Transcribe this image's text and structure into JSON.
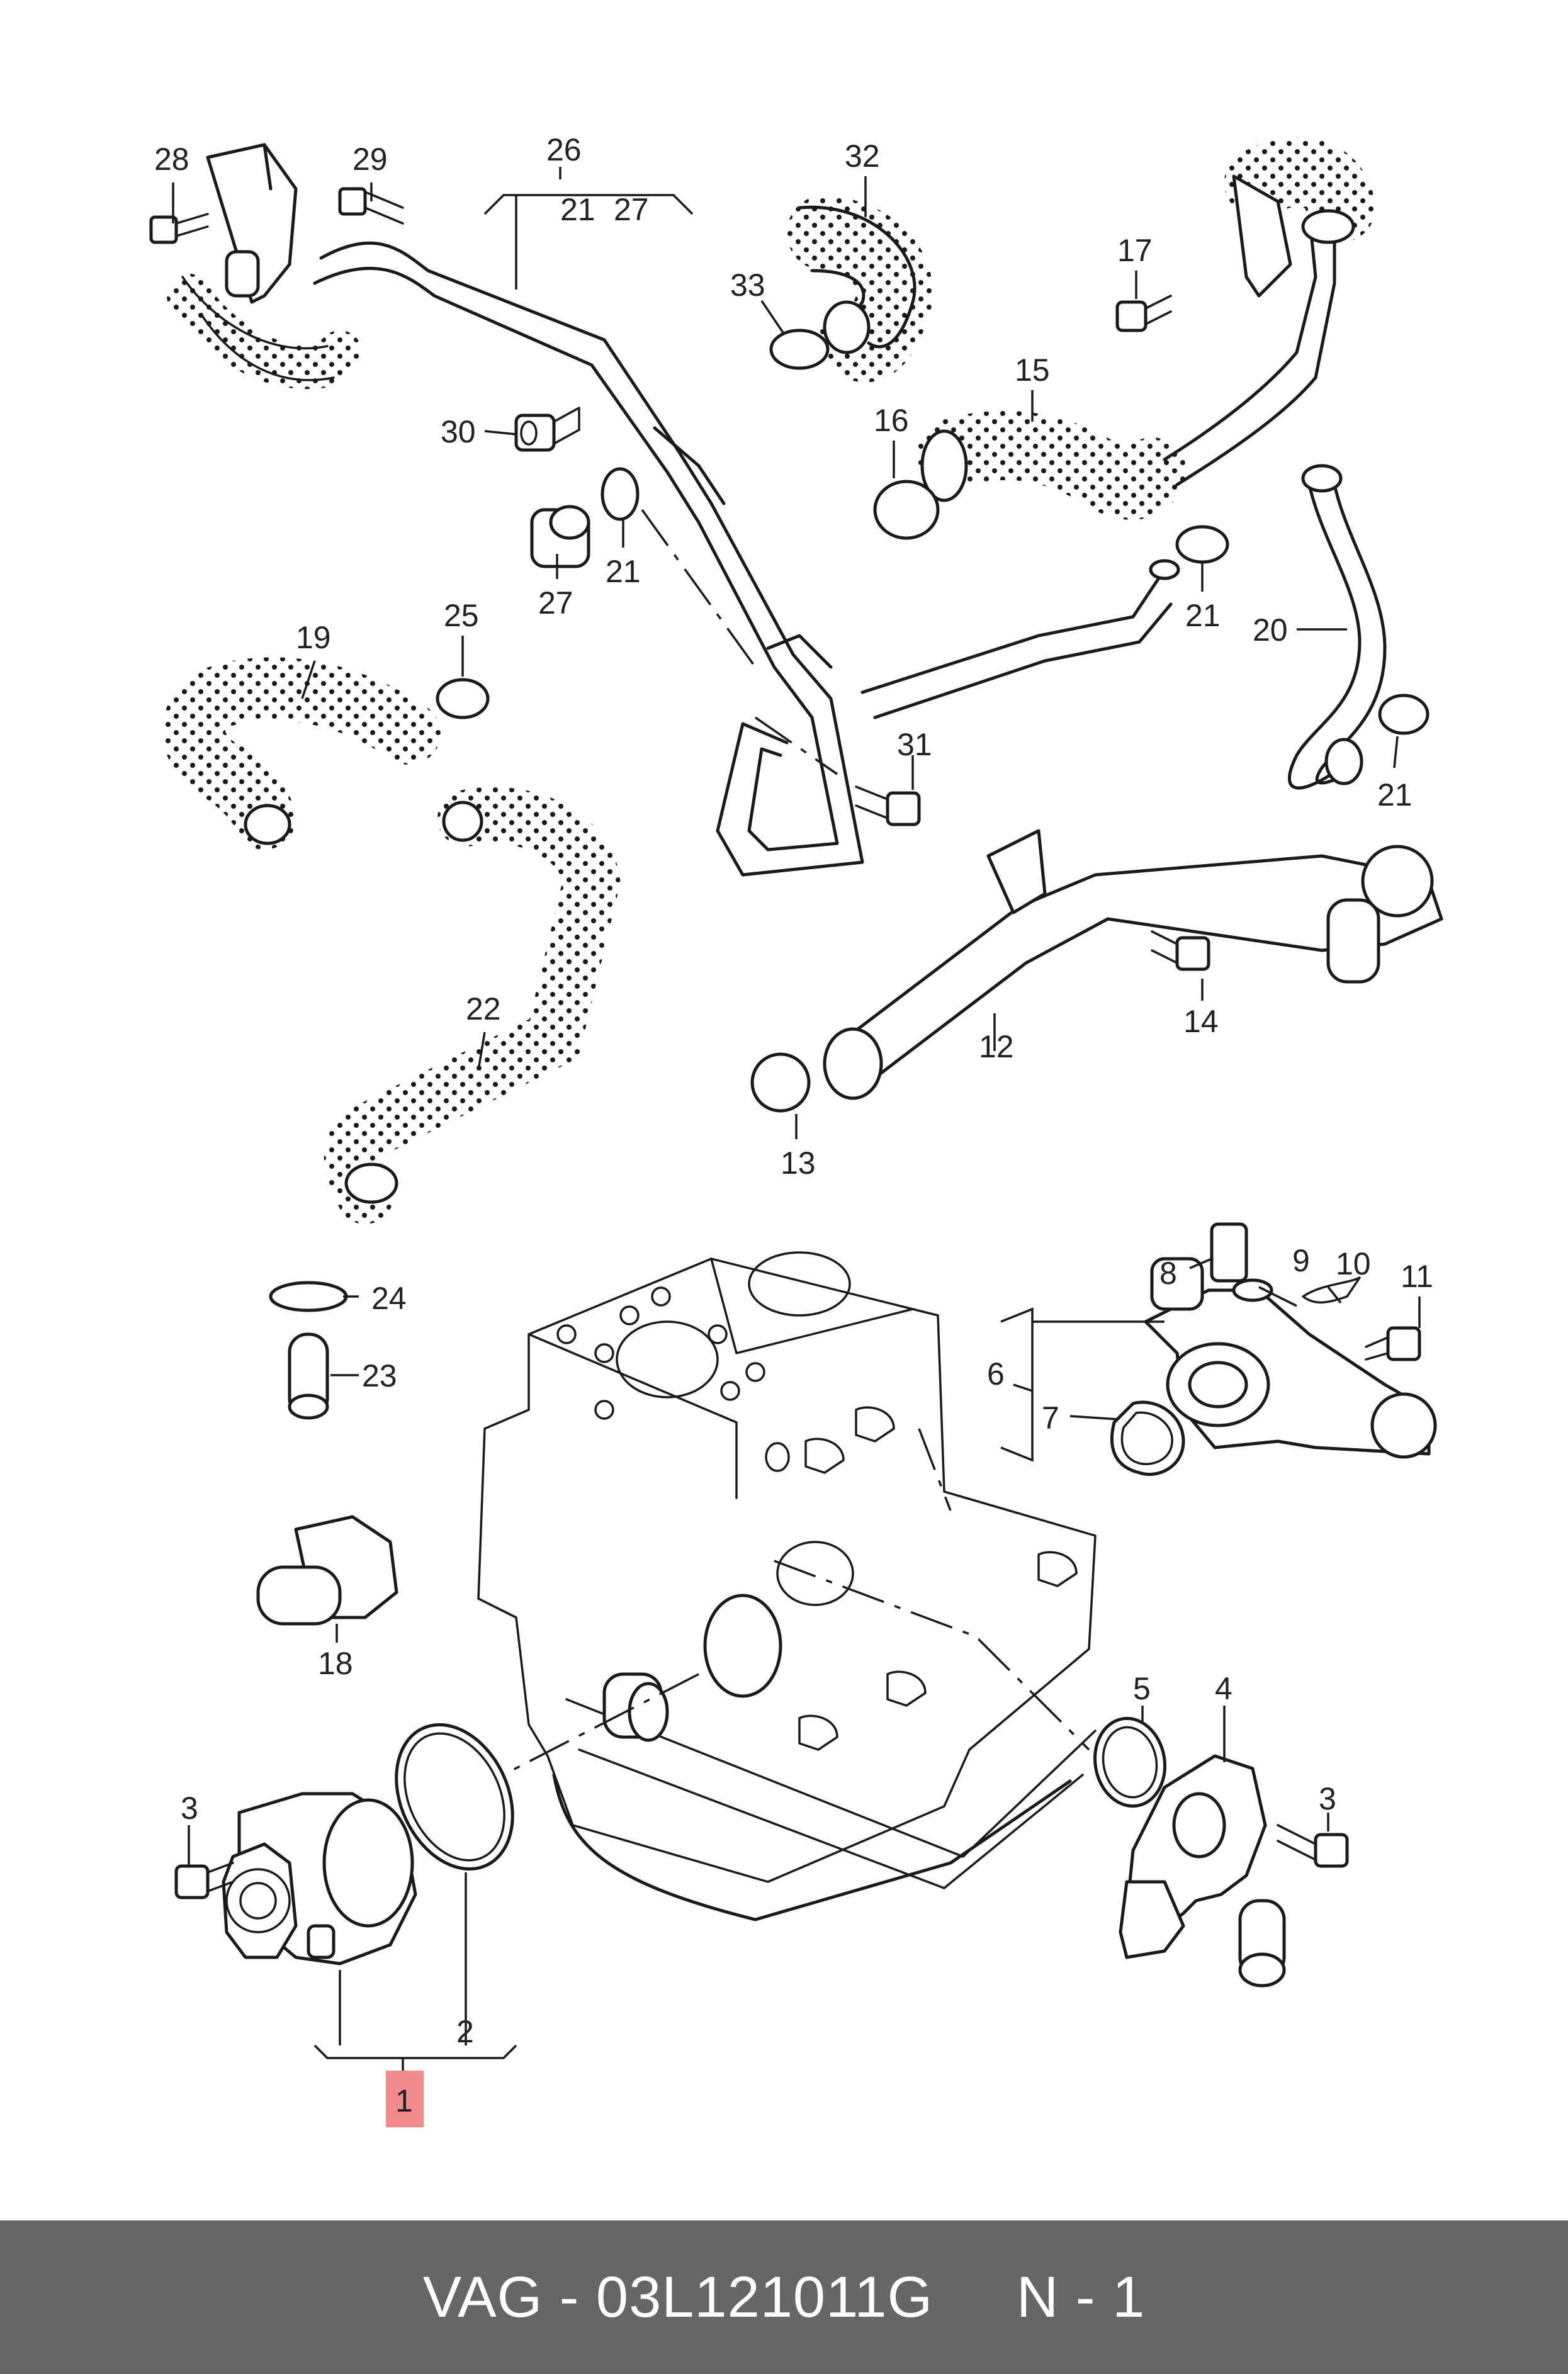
{
  "labels": {
    "l1": "1",
    "l2": "2",
    "l3a": "3",
    "l3b": "3",
    "l4": "4",
    "l5": "5",
    "l6": "6",
    "l7": "7",
    "l8": "8",
    "l9": "9",
    "l10": "10",
    "l11": "11",
    "l12": "12",
    "l13": "13",
    "l14": "14",
    "l15": "15",
    "l16": "16",
    "l17": "17",
    "l18": "18",
    "l19": "19",
    "l20": "20",
    "l21a": "21",
    "l21b": "21",
    "l21c": "21",
    "l21d": "21",
    "l22": "22",
    "l23": "23",
    "l24": "24",
    "l25": "25",
    "l26": "26",
    "l27a": "27",
    "l27b": "27",
    "l28": "28",
    "l29": "29",
    "l30": "30",
    "l31": "31",
    "l32": "32",
    "l33": "33"
  },
  "highlight_color": "#f28b8b",
  "footer": {
    "brand": "VAG",
    "part_number": "03L121011G",
    "quantity": "N - 1",
    "text": "VAG - 03L121011G     N - 1"
  }
}
